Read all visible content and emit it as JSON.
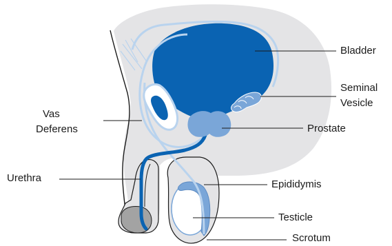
{
  "colors": {
    "body_fill": "#e4e4e6",
    "body_outline": "#1a1a1a",
    "organ_blue": "#0a63b2",
    "gland_blue": "#7aa6d8",
    "duct_light_blue": "#b9d3ee",
    "testicle_fill": "#ffffff",
    "glans_grey": "#a3a3a3",
    "label_text": "#1a1a1a"
  },
  "labels": {
    "bladder": "Bladder",
    "seminal_vesicle_line1": "Seminal",
    "seminal_vesicle_line2": "Vesicle",
    "prostate": "Prostate",
    "vas_deferens_line1": "Vas",
    "vas_deferens_line2": "Deferens",
    "urethra": "Urethra",
    "epididymis": "Epididymis",
    "testicle": "Testicle",
    "scrotum": "Scrotum"
  }
}
